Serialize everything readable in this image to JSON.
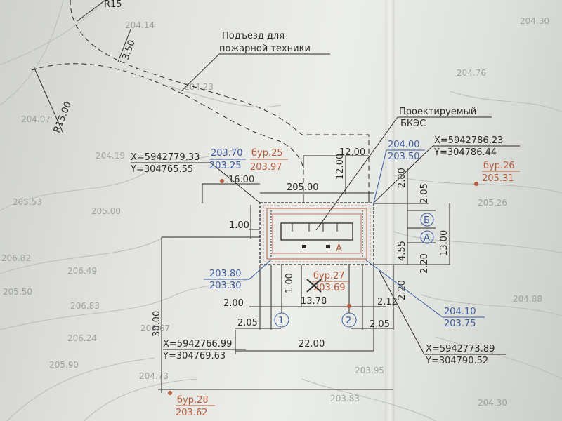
{
  "radius_labels": {
    "top": "R15",
    "left": "R15.00"
  },
  "road": {
    "width": "3.50",
    "title_line1": "Подъезд для",
    "title_line2": "пожарной техники"
  },
  "building": {
    "title_line1": "Проектируемый",
    "title_line2": "БКЭС",
    "zone": "А"
  },
  "dims": {
    "d12h": "12.00",
    "d12v": "12.00",
    "d16": "16.00",
    "d205": "205.00",
    "d2top": "2.00",
    "d205b": "2.05",
    "d13": "13.00",
    "d455": "4.55",
    "d220": "2.20",
    "d220b": "2.20",
    "d1l": "1.00",
    "d1b": "1.00",
    "d2l": "2.00",
    "d1378": "13.78",
    "d212": "2.12",
    "d205l": "2.05",
    "d205r": "2.05",
    "d22": "22.00",
    "d30": "30.00"
  },
  "axes": {
    "a1": "1",
    "a2": "2",
    "aA": "А",
    "aB": "Б"
  },
  "coords": {
    "tl_x": "X=5942779.33",
    "tl_y": "Y=304765.55",
    "tr_x": "X=5942786.23",
    "tr_y": "Y=304786.44",
    "bl_x": "X=5942766.99",
    "bl_y": "Y=304769.63",
    "br_x": "X=5942773.89",
    "br_y": "Y=304790.52"
  },
  "elevations": {
    "tl_top": "203.70",
    "tl_bot": "203.25",
    "tr_top": "204.00",
    "tr_bot": "203.50",
    "bl_top": "203.80",
    "bl_bot": "203.30",
    "br_top": "204.10",
    "br_bot": "203.75"
  },
  "boreholes": {
    "b25_name": "бур.25",
    "b25_val": "203.97",
    "b26_name": "бур.26",
    "b26_val": "205.31",
    "b27_name": "бур.27",
    "b27_val": "203.69",
    "b28_name": "бур.28",
    "b28_val": "203.62"
  },
  "contours": [
    "204.14",
    "204.30",
    "204.76",
    "204.07",
    "204.23",
    "204.19",
    "205.53",
    "205.00",
    "205.26",
    "206.82",
    "206.49",
    "206.83",
    "206.24",
    "206.67",
    "205.90",
    "205.50",
    "204.88",
    "204.73",
    "203.95",
    "203.83",
    "204.30"
  ],
  "colors": {
    "ink": "#2a2a2a",
    "blue": "#3c5aa0",
    "red": "#b45a3c"
  }
}
